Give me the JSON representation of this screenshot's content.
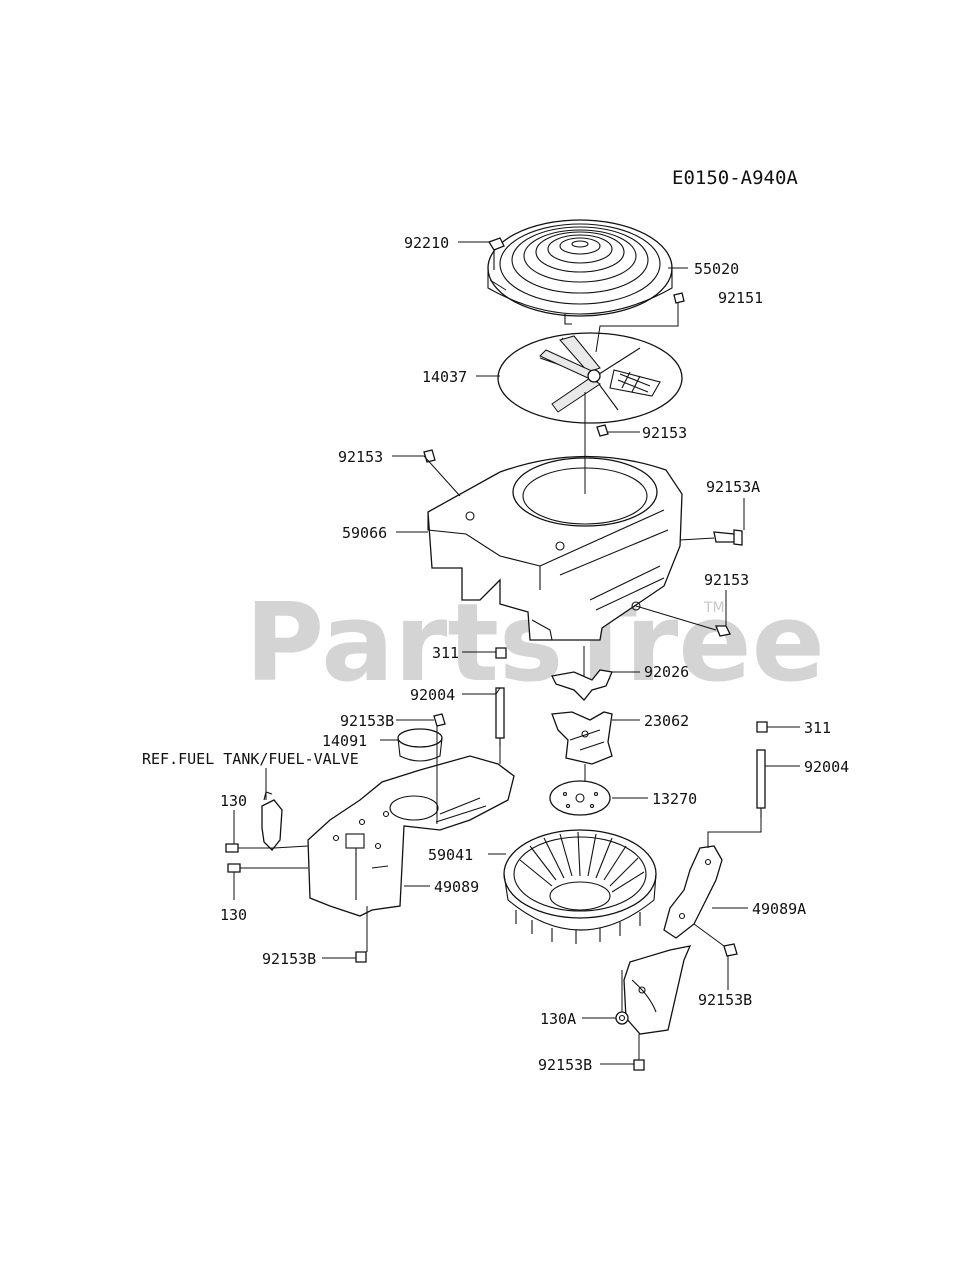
{
  "diagram_code": "E0150-A940A",
  "watermark": "PartsTree",
  "watermark_tm": "TM",
  "callouts": [
    {
      "id": "c-92210",
      "label": "92210"
    },
    {
      "id": "c-55020",
      "label": "55020"
    },
    {
      "id": "c-92151",
      "label": "92151"
    },
    {
      "id": "c-14037",
      "label": "14037"
    },
    {
      "id": "c-92153-a",
      "label": "92153"
    },
    {
      "id": "c-92153-b",
      "label": "92153"
    },
    {
      "id": "c-92153A",
      "label": "92153A"
    },
    {
      "id": "c-59066",
      "label": "59066"
    },
    {
      "id": "c-92153-c",
      "label": "92153"
    },
    {
      "id": "c-311-a",
      "label": "311"
    },
    {
      "id": "c-92026",
      "label": "92026"
    },
    {
      "id": "c-92004-a",
      "label": "92004"
    },
    {
      "id": "c-92153B-a",
      "label": "92153B"
    },
    {
      "id": "c-23062",
      "label": "23062"
    },
    {
      "id": "c-14091",
      "label": "14091"
    },
    {
      "id": "c-311-b",
      "label": "311"
    },
    {
      "id": "c-ref",
      "label": "REF.FUEL TANK/FUEL-VALVE"
    },
    {
      "id": "c-92004-b",
      "label": "92004"
    },
    {
      "id": "c-13270",
      "label": "13270"
    },
    {
      "id": "c-130-a",
      "label": "130"
    },
    {
      "id": "c-59041",
      "label": "59041"
    },
    {
      "id": "c-49089",
      "label": "49089"
    },
    {
      "id": "c-49089A",
      "label": "49089A"
    },
    {
      "id": "c-130-b",
      "label": "130"
    },
    {
      "id": "c-92153B-b",
      "label": "92153B"
    },
    {
      "id": "c-92153B-c",
      "label": "92153B"
    },
    {
      "id": "c-130A",
      "label": "130A"
    },
    {
      "id": "c-92153B-d",
      "label": "92153B"
    }
  ]
}
